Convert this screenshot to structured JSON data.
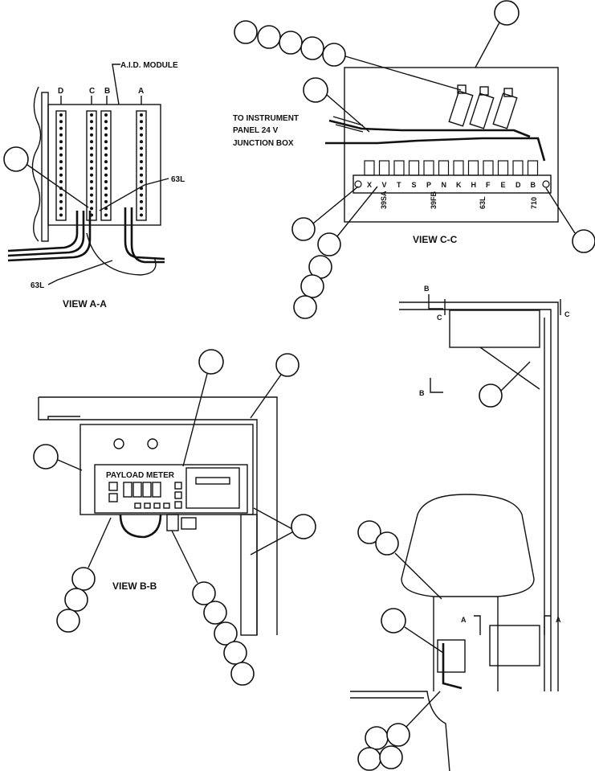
{
  "view_aa": {
    "title": "VIEW A-A",
    "module_label": "A.I.D. MODULE",
    "columns": [
      "D",
      "C",
      "B",
      "A"
    ],
    "terminal_label_right": "63L",
    "terminal_label_left": "63L"
  },
  "view_bb": {
    "title": "VIEW B-B",
    "meter_label": "PAYLOAD METER"
  },
  "view_cc": {
    "title": "VIEW C-C",
    "junction_label": [
      "TO INSTRUMENT",
      "PANEL 24 V",
      "JUNCTION BOX"
    ],
    "terminal_letters": [
      "X",
      "V",
      "T",
      "S",
      "P",
      "N",
      "K",
      "H",
      "F",
      "E",
      "D",
      "B"
    ],
    "wire_numbers": [
      "39SA",
      "39FB",
      "63L",
      "710"
    ]
  },
  "section_markers": {
    "a": "A",
    "b": "B",
    "c": "C"
  },
  "colors": {
    "ink": "#111111",
    "paper": "#ffffff"
  }
}
